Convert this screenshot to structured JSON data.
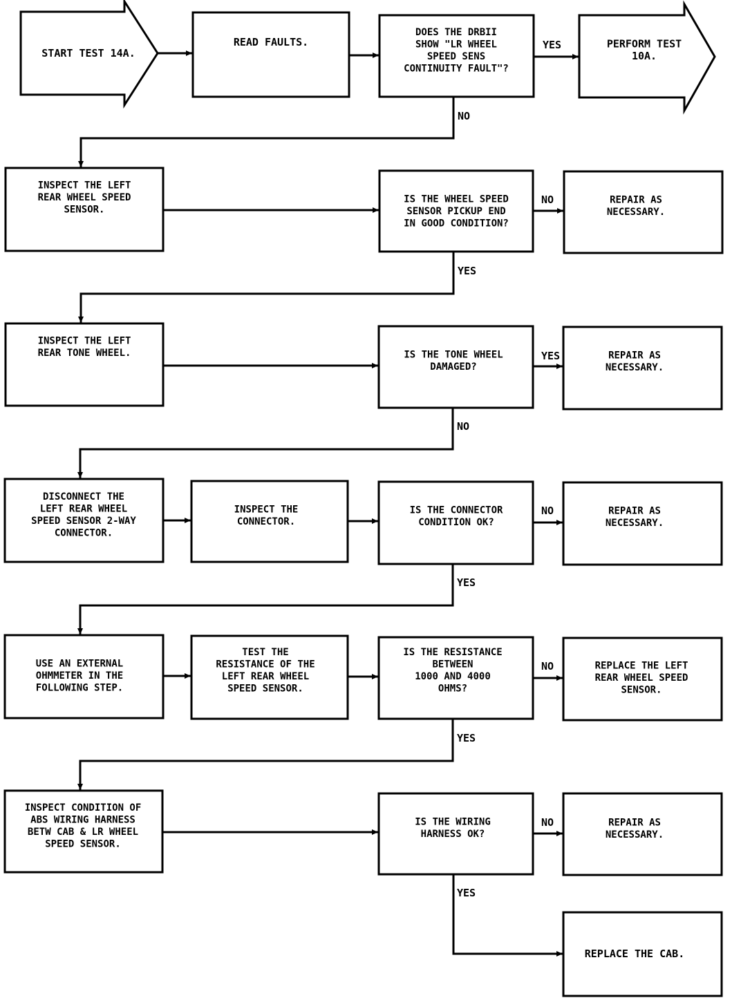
{
  "nodes": {
    "start": [
      "START TEST 14A."
    ],
    "read_faults": [
      "READ FAULTS."
    ],
    "q_fault": [
      "DOES THE DRBII",
      "SHOW \"LR WHEEL",
      "SPEED SENS",
      "CONTINUITY FAULT\"?"
    ],
    "perform_10a": [
      "PERFORM TEST",
      "10A."
    ],
    "inspect_sensor": [
      "INSPECT THE LEFT",
      "REAR WHEEL SPEED",
      "SENSOR."
    ],
    "q_pickup": [
      "IS THE WHEEL SPEED",
      "SENSOR PICKUP END",
      "IN GOOD CONDITION?"
    ],
    "repair_1": [
      "REPAIR AS",
      "NECESSARY."
    ],
    "inspect_tone": [
      "INSPECT THE LEFT",
      "REAR TONE WHEEL."
    ],
    "q_tone": [
      "IS THE TONE WHEEL",
      "DAMAGED?"
    ],
    "repair_2": [
      "REPAIR AS",
      "NECESSARY."
    ],
    "disconnect": [
      "DISCONNECT THE",
      "LEFT REAR WHEEL",
      "SPEED SENSOR 2-WAY",
      "CONNECTOR."
    ],
    "inspect_connector": [
      "INSPECT THE",
      "CONNECTOR."
    ],
    "q_connector": [
      "IS THE CONNECTOR",
      "CONDITION OK?"
    ],
    "repair_3": [
      "REPAIR AS",
      "NECESSARY."
    ],
    "use_ohmmeter": [
      "USE AN EXTERNAL",
      "OHMMETER IN THE",
      "FOLLOWING STEP."
    ],
    "test_resistance": [
      "TEST THE",
      "RESISTANCE OF THE",
      "LEFT REAR WHEEL",
      "SPEED SENSOR."
    ],
    "q_resistance": [
      "IS THE RESISTANCE",
      "BETWEEN",
      "1000 AND 4000",
      "OHMS?"
    ],
    "replace_sensor": [
      "REPLACE THE LEFT",
      "REAR WHEEL SPEED",
      "SENSOR."
    ],
    "inspect_harness": [
      "INSPECT CONDITION OF",
      "ABS WIRING HARNESS",
      "BETW CAB & LR WHEEL",
      "SPEED SENSOR."
    ],
    "q_harness": [
      "IS THE WIRING",
      "HARNESS OK?"
    ],
    "repair_4": [
      "REPAIR AS",
      "NECESSARY."
    ],
    "replace_cab": [
      "REPLACE THE CAB."
    ]
  },
  "labels": {
    "fault_yes": "YES",
    "fault_no": "NO",
    "pickup_no": "NO",
    "pickup_yes": "YES",
    "tone_yes": "YES",
    "tone_no": "NO",
    "connector_no": "NO",
    "connector_yes": "YES",
    "resistance_no": "NO",
    "resistance_yes": "YES",
    "harness_no": "NO",
    "harness_yes": "YES"
  }
}
